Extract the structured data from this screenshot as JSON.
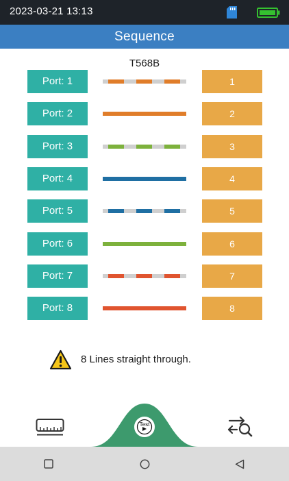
{
  "status_bar": {
    "datetime": "2023-03-21 13:13",
    "icons": [
      "sd-card-icon",
      "battery-icon"
    ]
  },
  "header": {
    "title": "Sequence"
  },
  "standard": "T568B",
  "rows": [
    {
      "port": "Port: 1",
      "pin": "1",
      "wire": {
        "color": "#e07d2a",
        "striped": true
      }
    },
    {
      "port": "Port: 2",
      "pin": "2",
      "wire": {
        "color": "#e07d2a",
        "striped": false
      }
    },
    {
      "port": "Port: 3",
      "pin": "3",
      "wire": {
        "color": "#7db13c",
        "striped": true
      }
    },
    {
      "port": "Port: 4",
      "pin": "4",
      "wire": {
        "color": "#1f6fa3",
        "striped": false
      }
    },
    {
      "port": "Port: 5",
      "pin": "5",
      "wire": {
        "color": "#1f6fa3",
        "striped": true
      }
    },
    {
      "port": "Port: 6",
      "pin": "6",
      "wire": {
        "color": "#7db13c",
        "striped": false
      }
    },
    {
      "port": "Port: 7",
      "pin": "7",
      "wire": {
        "color": "#e0542f",
        "striped": true
      }
    },
    {
      "port": "Port: 8",
      "pin": "8",
      "wire": {
        "color": "#e0542f",
        "striped": false
      }
    }
  ],
  "result": {
    "icon": "warning-icon",
    "text": "8 Lines straight through."
  },
  "toolbar": {
    "left_icon": "ruler-icon",
    "center_label": "Test",
    "center_icon": "play-icon",
    "right_icon": "search-cycle-icon"
  },
  "navbar": {
    "icons": [
      "recent-apps-icon",
      "home-icon",
      "back-icon"
    ]
  },
  "colors": {
    "status_bar": "#1e2329",
    "title_bar": "#3b7fc2",
    "port_box": "#2fb0a5",
    "pin_box": "#e8a847",
    "toolbar_hump": "#3d9a6d",
    "battery": "#35c130",
    "sd_card": "#2f86d8",
    "warning": "#f5c518",
    "nav_bar": "#dcdcdc"
  }
}
